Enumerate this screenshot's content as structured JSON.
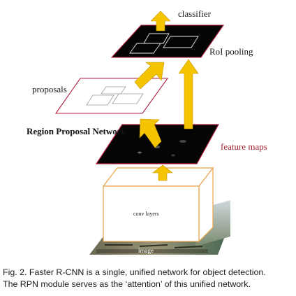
{
  "diagram": {
    "labels": {
      "classifier": "classifier",
      "roi_pooling": "RoI pooling",
      "proposals": "proposals",
      "rpn": "Region Proposal Network",
      "feature_maps": "feature maps",
      "conv_layers": "conv layers",
      "image": "image"
    },
    "colors": {
      "arrow_fill": "#f5c400",
      "arrow_stroke": "#c89400",
      "plane_border": "#b01e3c",
      "box_border": "#e8a24a",
      "feature_map_fill": "#050505",
      "feature_maps_label": "#a32030"
    }
  },
  "caption": {
    "line1": "Fig. 2. Faster R-CNN is a single, unified network for object detection.",
    "line2": "The RPN module serves as the ‘attention’ of this unified network."
  }
}
